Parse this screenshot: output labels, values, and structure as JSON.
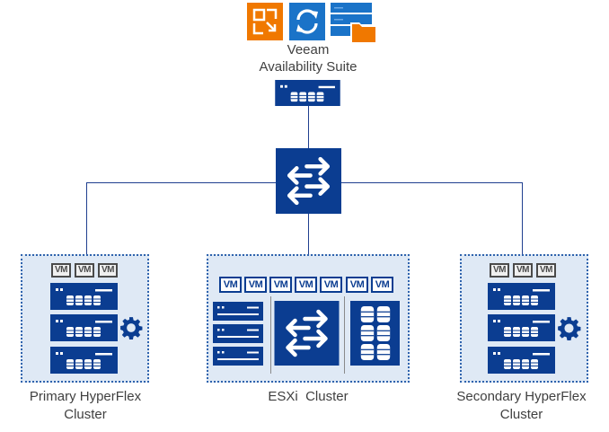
{
  "diagram": {
    "title": "Veeam Availability Suite topology with HyperFlex and ESXi clusters",
    "colors": {
      "primary_blue": "#0b3d91",
      "line_blue": "#1f3f8f",
      "cluster_fill": "#dfe9f5",
      "cluster_border": "#2f63ad",
      "veeam_orange": "#f07800",
      "veeam_blue": "#1a73c8",
      "text": "#404040"
    },
    "top": {
      "product_icons": [
        {
          "name": "veeam-backup-replication-icon",
          "color": "#f07800"
        },
        {
          "name": "veeam-sync-icon",
          "color": "#1a73c8"
        },
        {
          "name": "veeam-storage-icon",
          "color": "#1a73c8"
        }
      ],
      "label_line1": "Veeam",
      "label_line2": "Availability Suite",
      "server_icon": "server-icon"
    },
    "core_switch": {
      "icon": "network-switch-icon"
    },
    "clusters": [
      {
        "id": "primary",
        "label_line1": "Primary HyperFlex",
        "label_line2": "Cluster",
        "vms": [
          "VM",
          "VM",
          "VM"
        ],
        "server_count": 3,
        "management_icon": "gear-icon"
      },
      {
        "id": "esxi",
        "label_line1": "ESXi  Cluster",
        "vms": [
          "VM",
          "VM",
          "VM",
          "VM",
          "VM",
          "VM",
          "VM"
        ],
        "compute_servers": 3,
        "switch_icon": "network-switch-icon",
        "storage_icon": "storage-array-icon"
      },
      {
        "id": "secondary",
        "label_line1": "Secondary HyperFlex",
        "label_line2": "Cluster",
        "vms": [
          "VM",
          "VM",
          "VM"
        ],
        "server_count": 3,
        "management_icon": "gear-icon"
      }
    ]
  }
}
